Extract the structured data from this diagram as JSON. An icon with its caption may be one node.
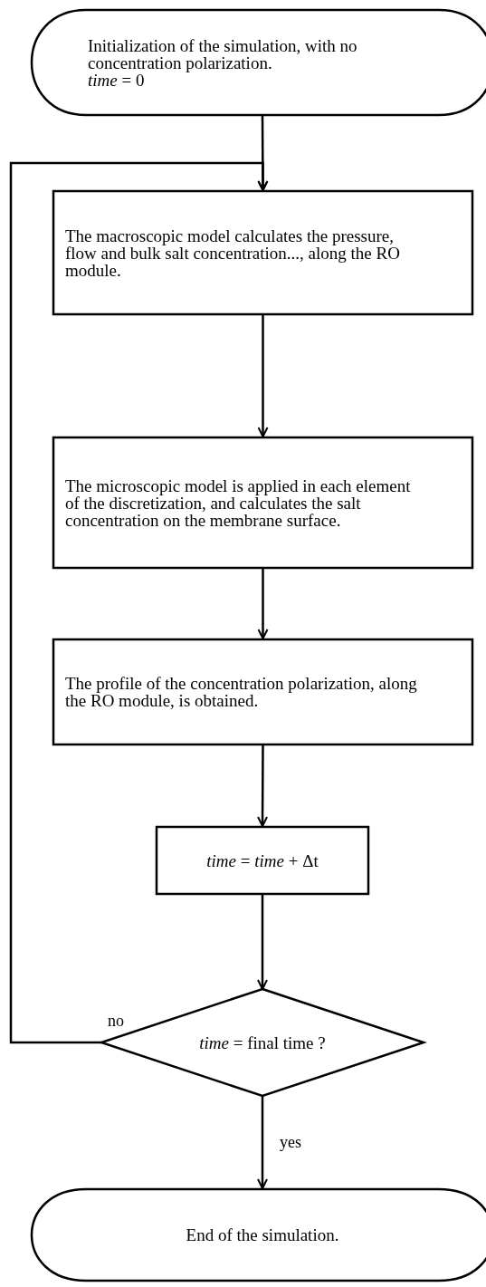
{
  "diagram": {
    "nodes": [
      {
        "text": [
          "Initialization of the simulation, with no concentration polarization.",
          "*time* = 0"
        ]
      },
      {
        "text": [
          "The macroscopic model calculates the pressure, flow and bulk salt concentration..., along the RO module."
        ]
      },
      {
        "text": [
          "The microscopic model is applied in each element of the discretization, and calculates the salt concentration on the membrane surface."
        ]
      },
      {
        "text": [
          "The profile of the concentration polarization, along the RO module, is obtained."
        ]
      },
      {
        "text": [
          "*time* = *time* + Δt"
        ]
      },
      {
        "text": [
          "*time* = final time ?"
        ]
      },
      {
        "text": [
          "End of the simulation."
        ]
      }
    ],
    "edges": [
      {
        "from": 0,
        "to": 1,
        "arrow": "to"
      },
      {
        "from": 1,
        "to": 2,
        "arrow": "to"
      },
      {
        "from": 2,
        "to": 3,
        "arrow": "to"
      },
      {
        "from": 3,
        "to": 4,
        "arrow": "to"
      },
      {
        "from": 4,
        "to": 5,
        "arrow": "to"
      },
      {
        "from": 5,
        "to": 1,
        "arrow": "to",
        "label": "no"
      },
      {
        "from": 5,
        "to": 6,
        "arrow": "to",
        "label": "yes"
      }
    ]
  }
}
